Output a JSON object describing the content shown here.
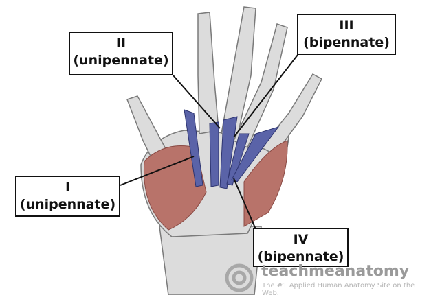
{
  "labels": [
    {
      "numeral": "I",
      "type": "(unipennate)"
    },
    {
      "numeral": "II",
      "type": "(unipennate)"
    },
    {
      "numeral": "III",
      "type": "(bipennate)"
    },
    {
      "numeral": "IV",
      "type": "(bipennate)"
    }
  ],
  "watermark": {
    "brand": "teachmeanatomy",
    "tagline": "The #1 Applied Human Anatomy Site on the Web."
  },
  "colors": {
    "muscle_blue": "#5a63a8",
    "muscle_red": "#b8736a",
    "tendon": "#d8d8d8"
  }
}
